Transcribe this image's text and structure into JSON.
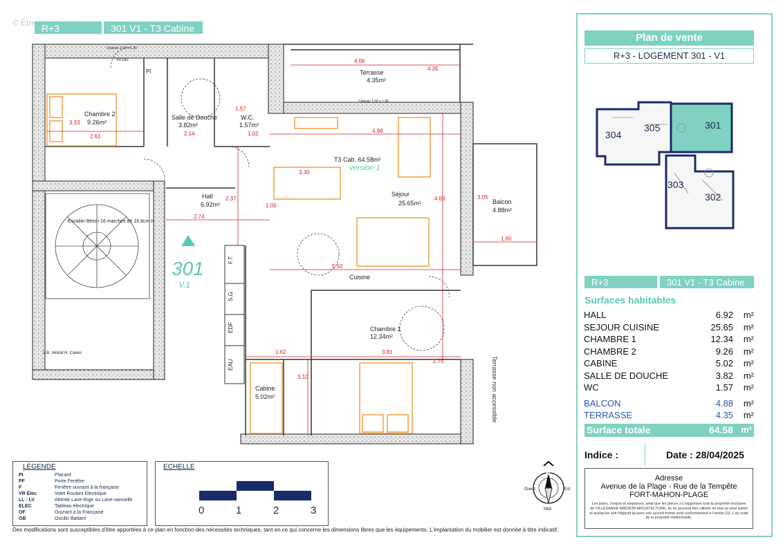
{
  "watermark": "© Etreproprio.com",
  "top_tags": {
    "level": "R+3",
    "unit": "301 V1 - T3 Cabine"
  },
  "plan_labels": {
    "chambre2": "Chambre 2",
    "chambre2_area": "9.26m²",
    "sdd": "Salle de Douche",
    "sdd_area": "3.82m²",
    "wc": "W.C.",
    "wc_area": "1.57m²",
    "terrasse": "Terrasse",
    "terrasse_area": "4.35m²",
    "t3": "T3 Cab. 64.58m²",
    "version": "version 1",
    "sejour": "Séjour",
    "sejour_area": "25.65m²",
    "balcon": "Balcon",
    "balcon_area": "4.88m²",
    "hall": "Hall",
    "hall_area": "6.92m²",
    "cuisine": "Cuisine",
    "chambre1": "Chambre 1",
    "chambre1_area": "12.34m²",
    "cabine": "Cabine",
    "cabine_area": "5.02m²",
    "unit_big": "301",
    "unit_small": "V.1",
    "terrasse_na": "Terrasse non accessible",
    "stairs": "Escalier Béton 16 marches de 16.8cm H",
    "chassis1": "Châssis 1.00 x 1.30",
    "chassis2": "Châssis 1.00 x 1.90",
    "ft": "F.T.",
    "sg": "S.G.",
    "edf": "EDF",
    "eau": "EAU",
    "pl": "Pl",
    "vr": "VR Elec",
    "vb": "V.B. Velos",
    "vh": "V.H. Caves",
    "dims": [
      "4.66",
      "4.35",
      "3.33",
      "2.61",
      "2.14",
      "1.57",
      "1.02",
      "4.96",
      "3.30",
      "2.37",
      "2.74",
      "1.00",
      "4.68",
      "5.50",
      "3.05",
      "1.60",
      "1.62",
      "3.81",
      "3.10",
      "1.75"
    ]
  },
  "sidebar": {
    "title": "Plan de vente",
    "subtitle": "R+3 - LOGEMENT 301 - V1",
    "key_units": [
      "304",
      "305",
      "301",
      "303",
      "302"
    ],
    "tag_level": "R+3",
    "tag_unit": "301 V1 - T3 Cabine",
    "surfaces_title": "Surfaces habitables",
    "surfaces": [
      {
        "name": "HALL",
        "value": "6.92",
        "unit": "m²"
      },
      {
        "name": "SEJOUR CUISINE",
        "value": "25.65",
        "unit": "m²"
      },
      {
        "name": "CHAMBRE 1",
        "value": "12.34",
        "unit": "m²"
      },
      {
        "name": "CHAMBRE 2",
        "value": "9.26",
        "unit": "m²"
      },
      {
        "name": "CABINE",
        "value": "5.02",
        "unit": "m²"
      },
      {
        "name": "SALLE DE DOUCHE",
        "value": "3.82",
        "unit": "m²"
      },
      {
        "name": "WC",
        "value": "1.57",
        "unit": "m²"
      }
    ],
    "exterior": [
      {
        "name": "BALCON",
        "value": "4.88",
        "unit": "m²"
      },
      {
        "name": "TERRASSE",
        "value": "4.35",
        "unit": "m²"
      }
    ],
    "total": {
      "name": "Surface totale",
      "value": "64.58",
      "unit": "m²"
    },
    "indice": "Indice :",
    "date": "Date : 28/04/2025",
    "address_title": "Adresse",
    "address_line1": "Avenue de la Plage - Rue de la Tempête",
    "address_line2": "FORT-MAHON-PLAGE",
    "disclaimer": "Les plans, croquis et esquisses, ainsi que les pièces s'y rapportant sont la propriété exclusive de VILLESANGE MASSON ARCHITECTURE. Ils ne peuvent être utilisés en tout ou pour partie et quelqu'en soit l'objectif qu'avec son accord formel écrit conformément à l'article 111-1 du code de la propriété intellectuelle."
  },
  "legend": {
    "title": "LÉGENDE",
    "items": [
      {
        "k": "PI",
        "d": "Placard"
      },
      {
        "k": "PF",
        "d": "Porte Fenêtre"
      },
      {
        "k": "F",
        "d": "Fenêtre ouvrant à la française"
      },
      {
        "k": "VR Elec",
        "d": "Volet Roulant Electrique"
      },
      {
        "k": "LL - LV",
        "d": "Attente Lave-linge ou Lave-vaisselle"
      },
      {
        "k": "ELEC",
        "d": "Tableau électrique"
      },
      {
        "k": "OF",
        "d": "Ouvrant à la Française"
      },
      {
        "k": "OB",
        "d": "Oscillo Battant"
      }
    ]
  },
  "scale": {
    "title": "ECHELLE",
    "ticks": [
      "0",
      "1",
      "2",
      "3"
    ]
  },
  "compass": {
    "n": "N",
    "e": "Est",
    "w": "Ouest",
    "s": "Midi"
  },
  "footer": "Des modifications sont susceptibles d'être apportées à ce plan en fonction des nécessités techniques, tant en ce qui concerne les dimensions libres que les équipements. L'implantation du mobilier est donnée à titre indicatif."
}
